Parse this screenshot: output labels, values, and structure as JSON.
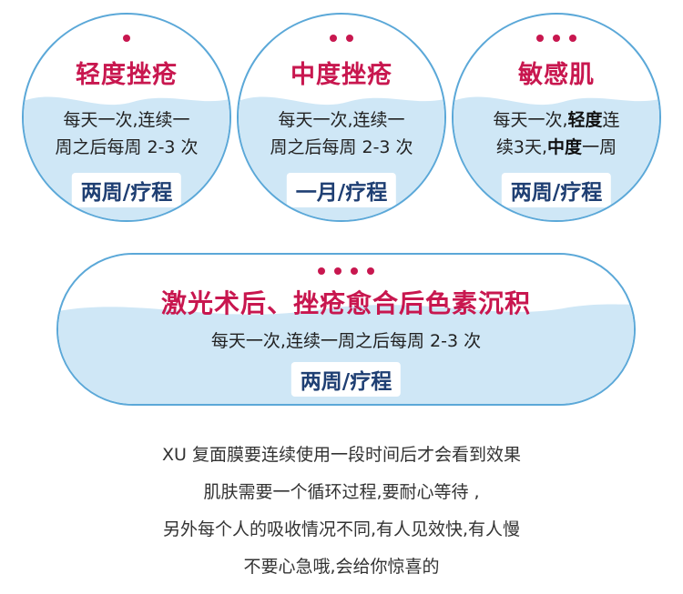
{
  "cards": [
    {
      "dots": 1,
      "title": "轻度挫疮",
      "desc_line1": "每天一次,连续一",
      "desc_line2": "周之后每周 2-3 次",
      "badge": "两周/疗程"
    },
    {
      "dots": 2,
      "title": "中度挫疮",
      "desc_line1": "每天一次,连续一",
      "desc_line2": "周之后每周 2-3 次",
      "badge": "一月/疗程"
    },
    {
      "dots": 3,
      "title": "敏感肌",
      "desc_line1_a": "每天一次,",
      "desc_line1_b": "轻度",
      "desc_line1_c": "连",
      "desc_line2_a": "续3天,",
      "desc_line2_b": "中度",
      "desc_line2_c": "一周",
      "badge": "两周/疗程"
    }
  ],
  "wide_card": {
    "dots": 4,
    "title": "激光术后、挫疮愈合后色素沉积",
    "desc": "每天一次,连续一周之后每周 2-3 次",
    "badge": "两周/疗程"
  },
  "footer": {
    "line1": "XU 复面膜要连续使用一段时间后才会看到效果",
    "line2": "肌肤需要一个循环过程,要耐心等待 ,",
    "line3": "另外每个人的吸收情况不同,有人见效快,有人慢",
    "line4": "不要心急哦,会给你惊喜的"
  },
  "colors": {
    "accent": "#c8174f",
    "border": "#5ba8d8",
    "water": "#cfe7f6",
    "badge_text": "#1f3f73"
  }
}
